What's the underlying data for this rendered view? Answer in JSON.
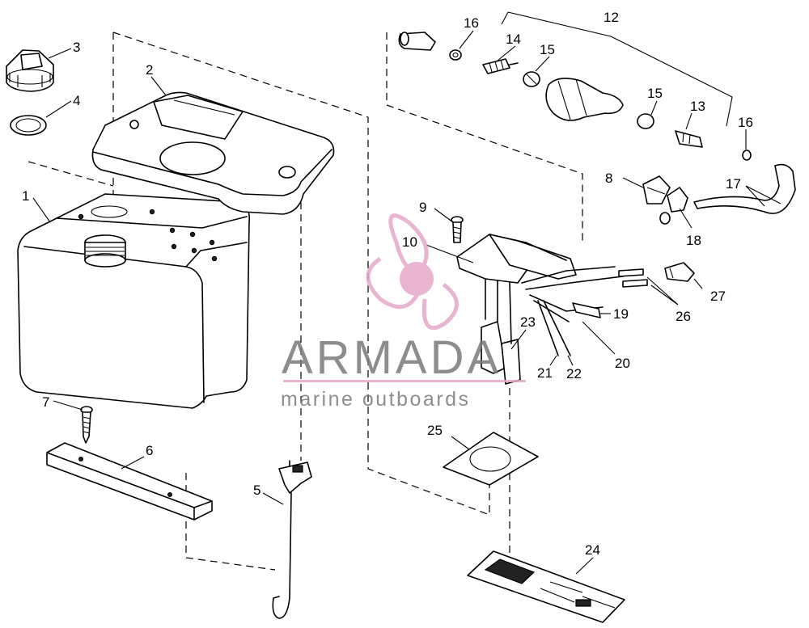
{
  "watermark": {
    "brand_name": "ARMADA",
    "tagline": "marine outboards",
    "logo_color": "#e6a7c9",
    "text_color": "#7a7a7a"
  },
  "callouts": [
    "1",
    "2",
    "3",
    "4",
    "5",
    "6",
    "7",
    "8",
    "9",
    "10",
    "12",
    "13",
    "14",
    "15",
    "15",
    "16",
    "16",
    "17",
    "18",
    "19",
    "20",
    "21",
    "22",
    "23",
    "24",
    "25",
    "26",
    "27"
  ]
}
